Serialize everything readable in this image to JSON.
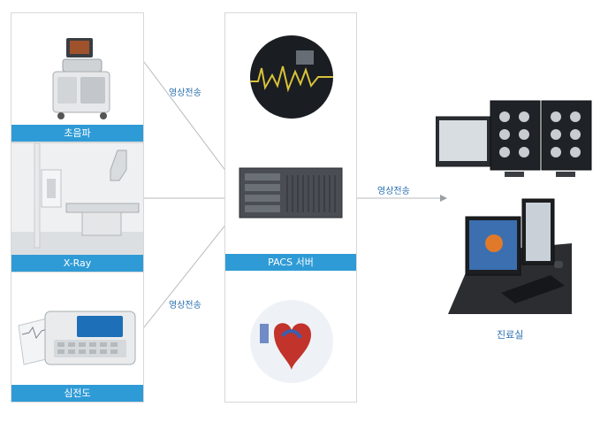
{
  "devices": [
    {
      "label": "초음파",
      "icon": "ultrasound-machine-image"
    },
    {
      "label": "X-Ray",
      "icon": "xray-machine-image"
    },
    {
      "label": "심전도",
      "icon": "ecg-machine-image"
    }
  ],
  "server": {
    "label": "PACS 서버",
    "icons": [
      "ultrasound-waveform-image",
      "server-rack-image",
      "heart-3d-image"
    ]
  },
  "edges": {
    "top": "영상전송",
    "bottom": "영상전송",
    "to_room": "영상전송"
  },
  "room": {
    "label": "진료실",
    "icons": [
      "monitor-array-image",
      "workstation-image"
    ]
  },
  "colors": {
    "label_bar": "#2f9bd6",
    "edge_text": "#2a6fb0",
    "arrow": "#9aa0a6"
  }
}
